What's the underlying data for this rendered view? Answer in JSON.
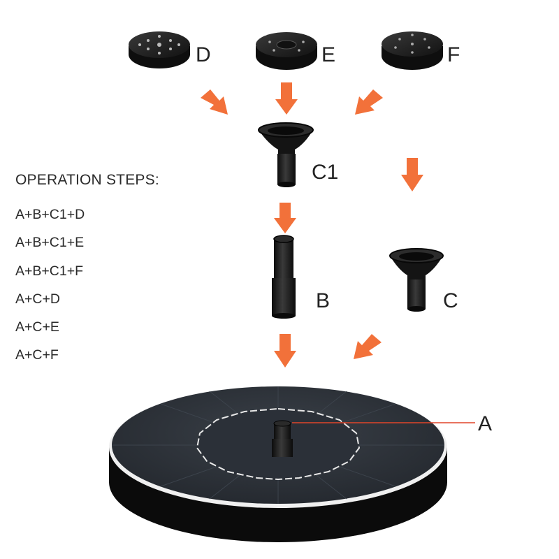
{
  "parts": {
    "A": "A",
    "B": "B",
    "C": "C",
    "C1": "C1",
    "D": "D",
    "E": "E",
    "F": "F"
  },
  "steps": {
    "heading": "OPERATION STEPS:",
    "items": [
      "A+B+C1+D",
      "A+B+C1+E",
      "A+B+C1+F",
      "A+C+D",
      "A+C+E",
      "A+C+F"
    ]
  },
  "colors": {
    "arrow": "#f2713a",
    "part": "#1a1a1a",
    "panel": "#2b3038",
    "pointer_line": "#e0452a"
  }
}
